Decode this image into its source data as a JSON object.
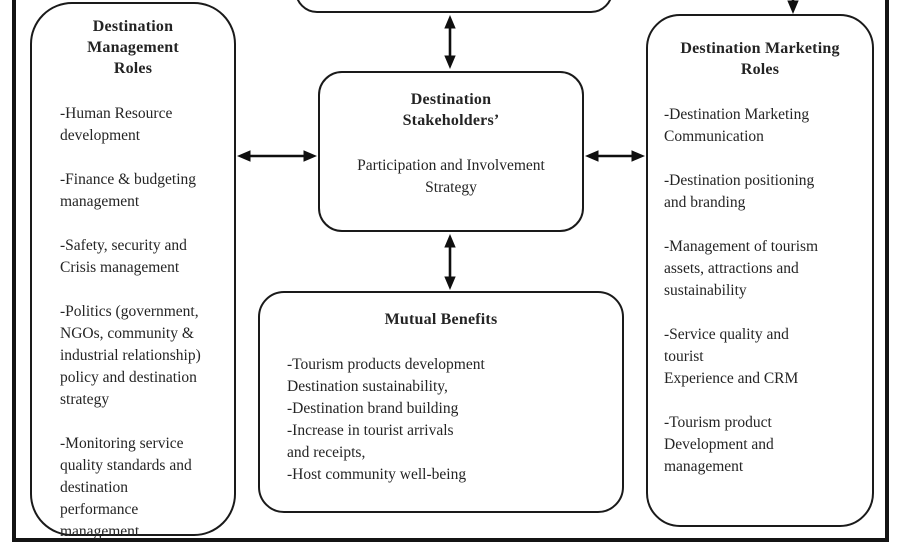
{
  "figure": {
    "background": "#fdfdfd",
    "line_color": "#1c1c1c",
    "text_color": "#262626"
  },
  "management_box": {
    "title": [
      "Destination",
      "Management",
      "Roles"
    ],
    "items": [
      [
        "-Human Resource",
        "development"
      ],
      [
        "-Finance & budgeting",
        "management"
      ],
      [
        "-Safety, security and",
        "Crisis management"
      ],
      [
        "-Politics (government,",
        "NGOs, community &",
        "industrial relationship)",
        "policy and destination",
        "strategy"
      ],
      [
        "-Monitoring service",
        "quality standards and",
        "destination",
        "performance",
        "management"
      ]
    ]
  },
  "stakeholders_box": {
    "title": [
      "Destination",
      "Stakeholders’"
    ],
    "subtitle": [
      "Participation and Involvement",
      "Strategy"
    ]
  },
  "benefits_box": {
    "title": "Mutual Benefits",
    "lines": [
      "-Tourism products development",
      "Destination sustainability,",
      "-Destination brand building",
      "-Increase in tourist arrivals",
      "and receipts,",
      "-Host community well-being"
    ]
  },
  "marketing_box": {
    "title": [
      "Destination Marketing",
      "Roles"
    ],
    "items": [
      [
        "-Destination Marketing",
        "Communication"
      ],
      [
        "-Destination positioning",
        "and branding"
      ],
      [
        "-Management of tourism",
        "assets, attractions and",
        "sustainability"
      ],
      [
        "-Service quality and",
        "tourist",
        "Experience and CRM"
      ],
      [
        "-Tourism product",
        "Development and",
        "management"
      ]
    ]
  }
}
